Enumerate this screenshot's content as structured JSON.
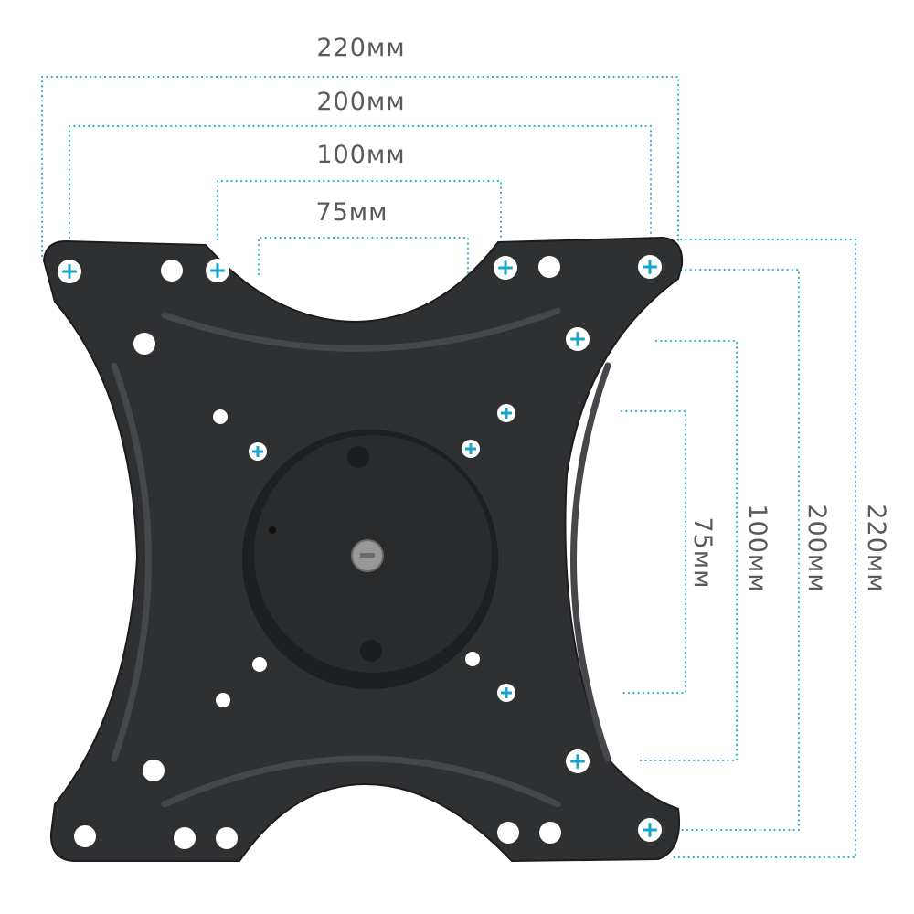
{
  "title": "VESA mounting plate dimensions",
  "horizontal_dimensions": [
    "220мм",
    "200мм",
    "100мм",
    "75мм"
  ],
  "vertical_dimensions": [
    "75мм",
    "100мм",
    "200мм",
    "220мм"
  ],
  "colors": {
    "dimension_line": "#3bb0c9",
    "plate": "#2f3032",
    "marker": "#1aa3c8",
    "label": "#5a5a5a"
  }
}
